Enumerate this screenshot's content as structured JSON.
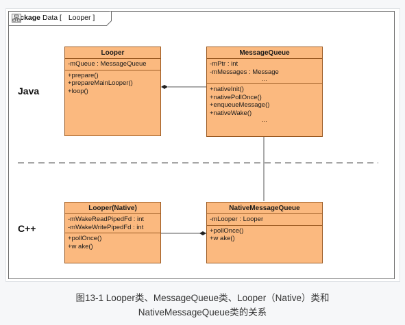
{
  "package_tab": {
    "keyword": "package",
    "text_before": "Data [",
    "icon": "class-diagram-icon",
    "text_after": "Looper ]"
  },
  "lanes": {
    "upper": "Java",
    "lower": "C++"
  },
  "classes": {
    "looper": {
      "name": "Looper",
      "attributes": [
        "-mQueue : MessageQueue"
      ],
      "operations": [
        "+prepare()",
        "+prepareMainLooper()",
        "+loop()"
      ]
    },
    "message_queue": {
      "name": "MessageQueue",
      "attributes": [
        "-mPtr : int",
        "-mMessages : Message",
        "..."
      ],
      "operations": [
        "+nativeInit()",
        "+nativePollOnce()",
        "+enqueueMessage()",
        "+nativeWake()",
        "..."
      ]
    },
    "looper_native": {
      "name": "Looper(Native)",
      "attributes": [
        "-mWakeReadPipedFd : int",
        "-mWakeWritePipedFd : int"
      ],
      "operations": [
        "+pollOnce()",
        "+w ake()"
      ]
    },
    "native_message_queue": {
      "name": "NativeMessageQueue",
      "attributes": [
        "-mLooper : Looper"
      ],
      "operations": [
        "+pollOnce()",
        "+w ake()"
      ]
    }
  },
  "caption": {
    "line1": "图13-1 Looper类、MessageQueue类、Looper（Native）类和",
    "line2": "NativeMessageQueue类的关系"
  },
  "colors": {
    "class_fill": "#fbb97f",
    "class_border": "#9b5a22",
    "line": "#555555"
  }
}
